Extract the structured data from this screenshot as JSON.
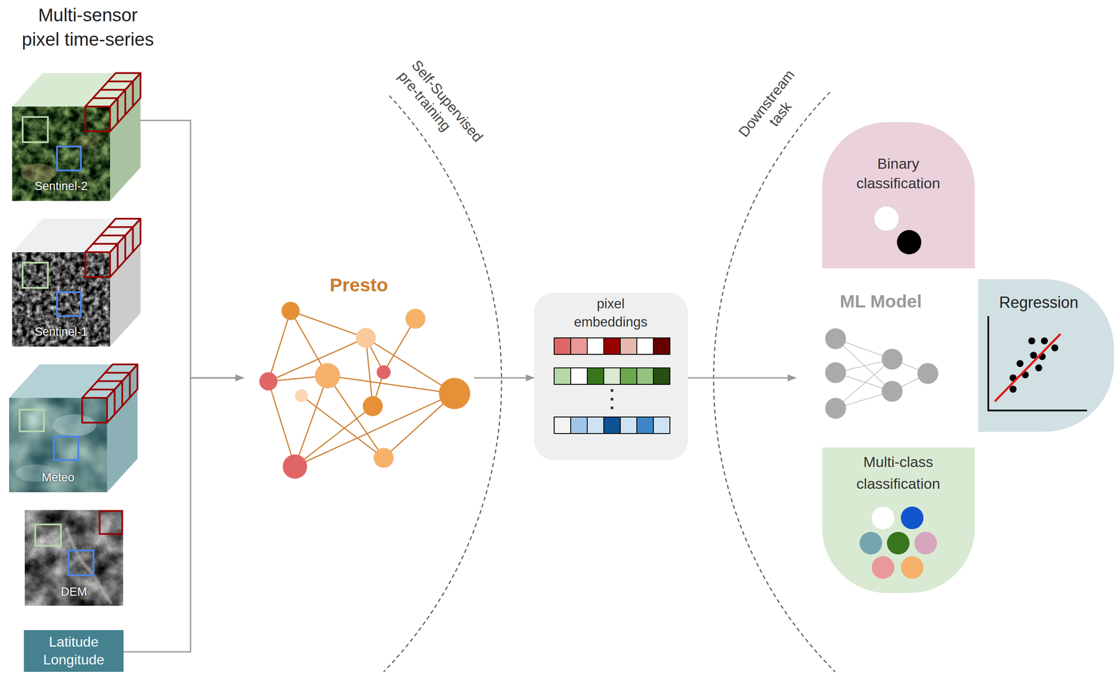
{
  "diagram": {
    "nodes": [
      {
        "text": [
          "Sentinel-2"
        ]
      },
      {
        "text": [
          "Sentinel-1"
        ]
      },
      {
        "text": [
          "Meteo"
        ]
      },
      {
        "text": [
          "DEM"
        ]
      },
      {
        "text": [
          "Latitude Longitude"
        ]
      },
      {
        "text": [
          "Presto"
        ]
      },
      {
        "text": [
          "pixel embeddings"
        ]
      },
      {
        "text": [
          "Binary classification"
        ]
      },
      {
        "text": [
          "ML Model"
        ]
      },
      {
        "text": [
          "Regression"
        ]
      },
      {
        "text": [
          "Multi-class classification"
        ]
      }
    ],
    "edges": [
      {
        "from": 0,
        "to": 5,
        "arrow": "to"
      },
      {
        "from": 4,
        "to": 5,
        "arrow": "to"
      },
      {
        "from": 5,
        "to": 6,
        "arrow": "to"
      },
      {
        "from": 6,
        "to": 8,
        "arrow": "to"
      }
    ],
    "labels": [
      "Multi-sensor pixel time-series",
      "Self-Supervised pre-training",
      "Downstream task"
    ]
  }
}
